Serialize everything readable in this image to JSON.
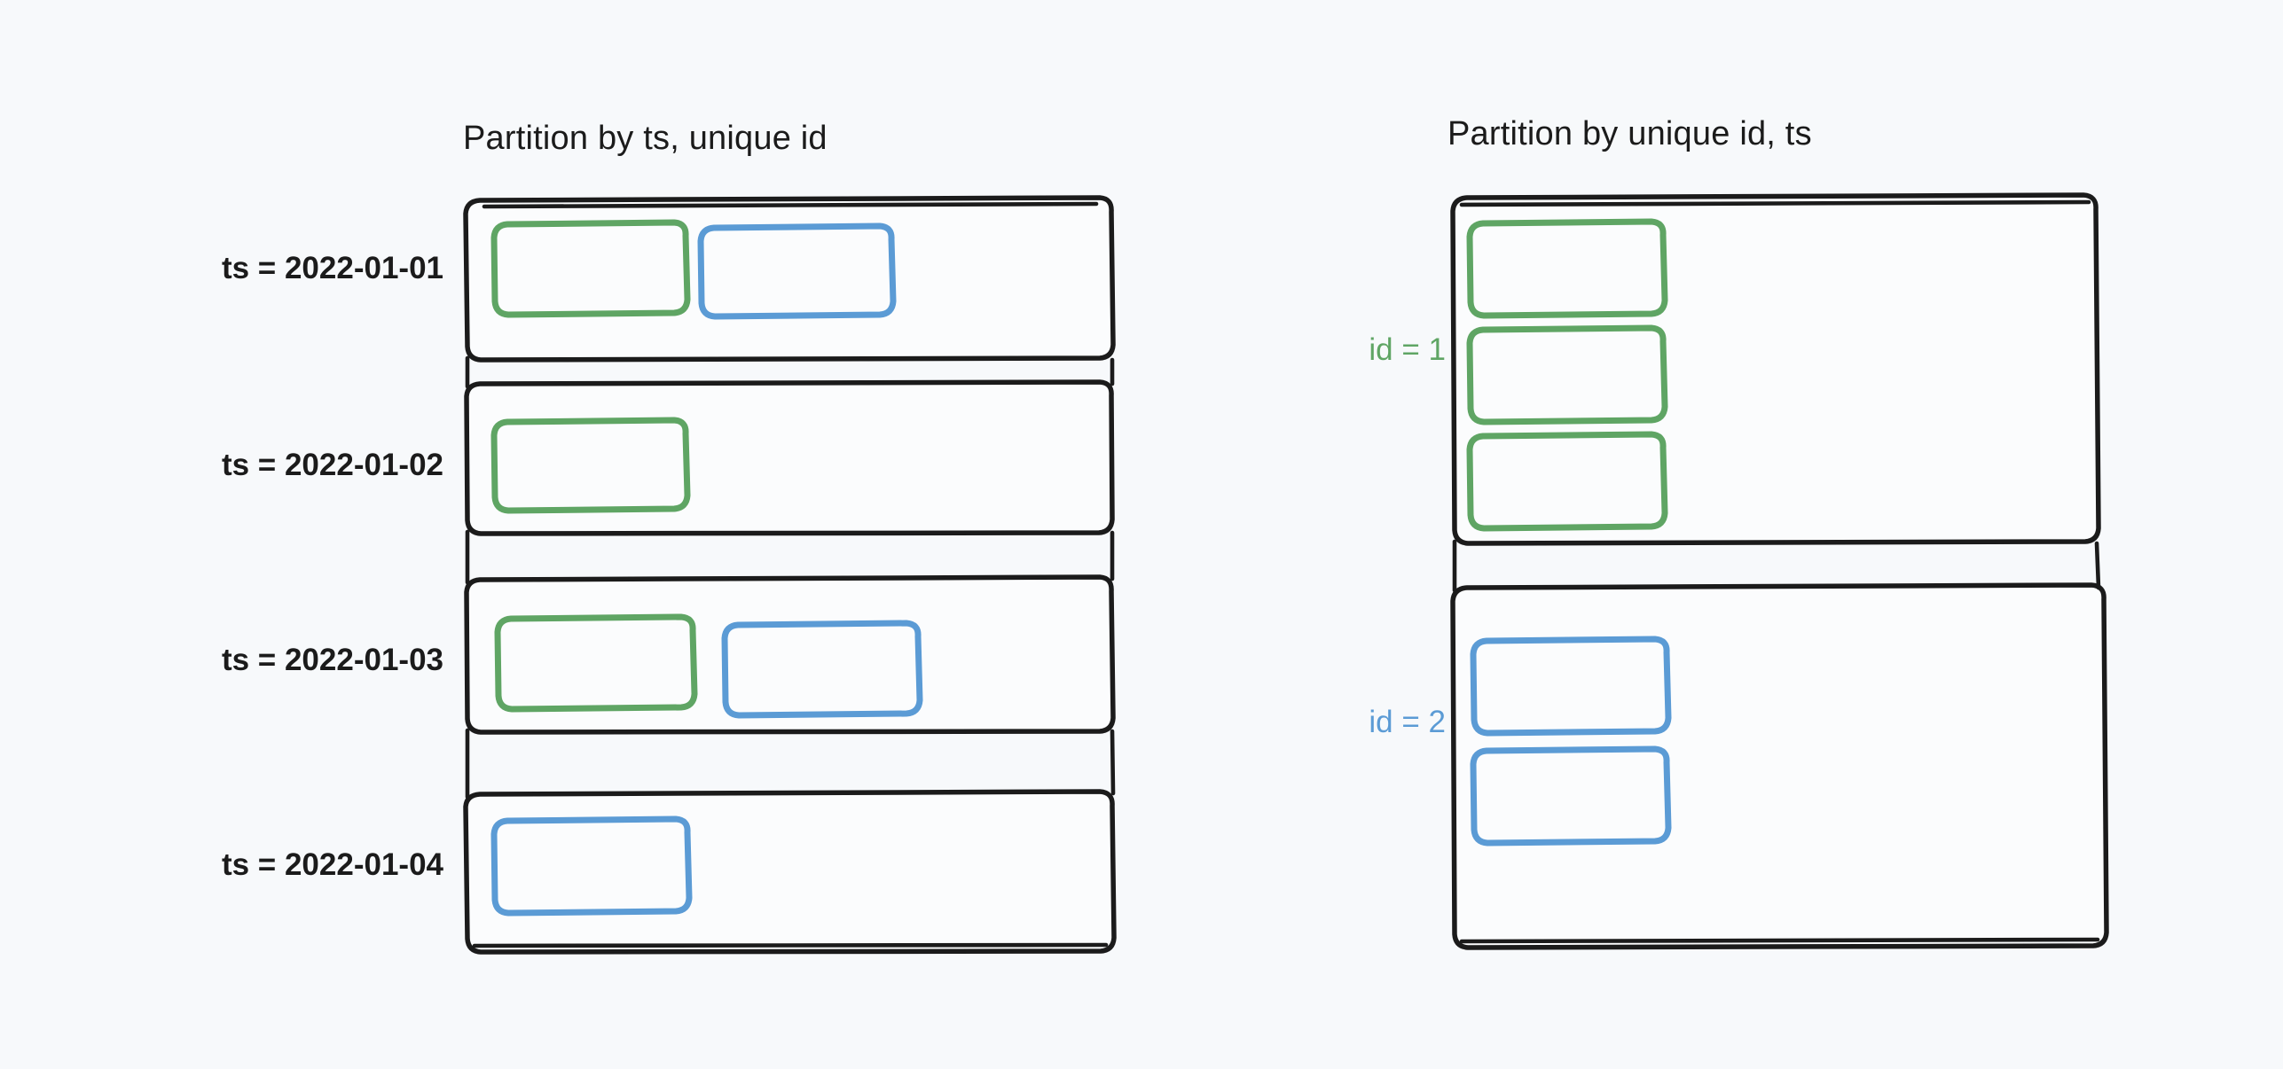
{
  "background_color": "#f7f9fb",
  "colors": {
    "stroke": "#1b1b1b",
    "green": "#5fa564",
    "blue": "#5b9bd5",
    "panel_fill": "#fbfcfd"
  },
  "panels": {
    "left": {
      "title": "Partition by ts, unique id",
      "partitions": [
        {
          "label": "ts = 2022-01-01",
          "records": [
            "green",
            "blue"
          ]
        },
        {
          "label": "ts = 2022-01-02",
          "records": [
            "green"
          ]
        },
        {
          "label": "ts = 2022-01-03",
          "records": [
            "green",
            "blue"
          ]
        },
        {
          "label": "ts = 2022-01-04",
          "records": [
            "blue"
          ]
        }
      ]
    },
    "right": {
      "title": "Partition by unique id, ts",
      "partitions": [
        {
          "label": "id = 1",
          "color": "green",
          "records": [
            "green",
            "green",
            "green"
          ]
        },
        {
          "label": "id = 2",
          "color": "blue",
          "records": [
            "blue",
            "blue"
          ]
        }
      ]
    }
  }
}
